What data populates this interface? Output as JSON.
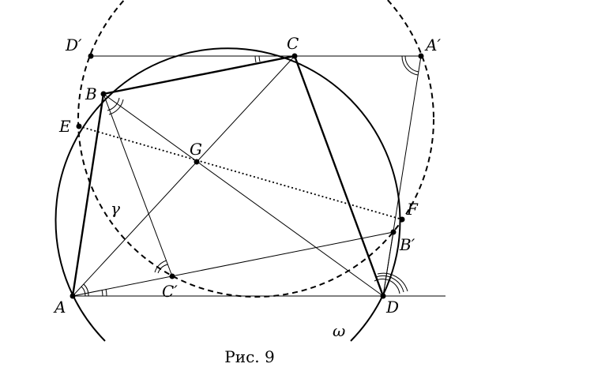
{
  "caption": "Рис. 9",
  "labels": {
    "A": "A",
    "B": "B",
    "C": "C",
    "D": "D",
    "E": "E",
    "F": "F",
    "G": "G",
    "A_prime": "A′",
    "B_prime": "B′",
    "C_prime": "C′",
    "D_prime": "D′",
    "gamma": "γ",
    "omega": "ω"
  }
}
